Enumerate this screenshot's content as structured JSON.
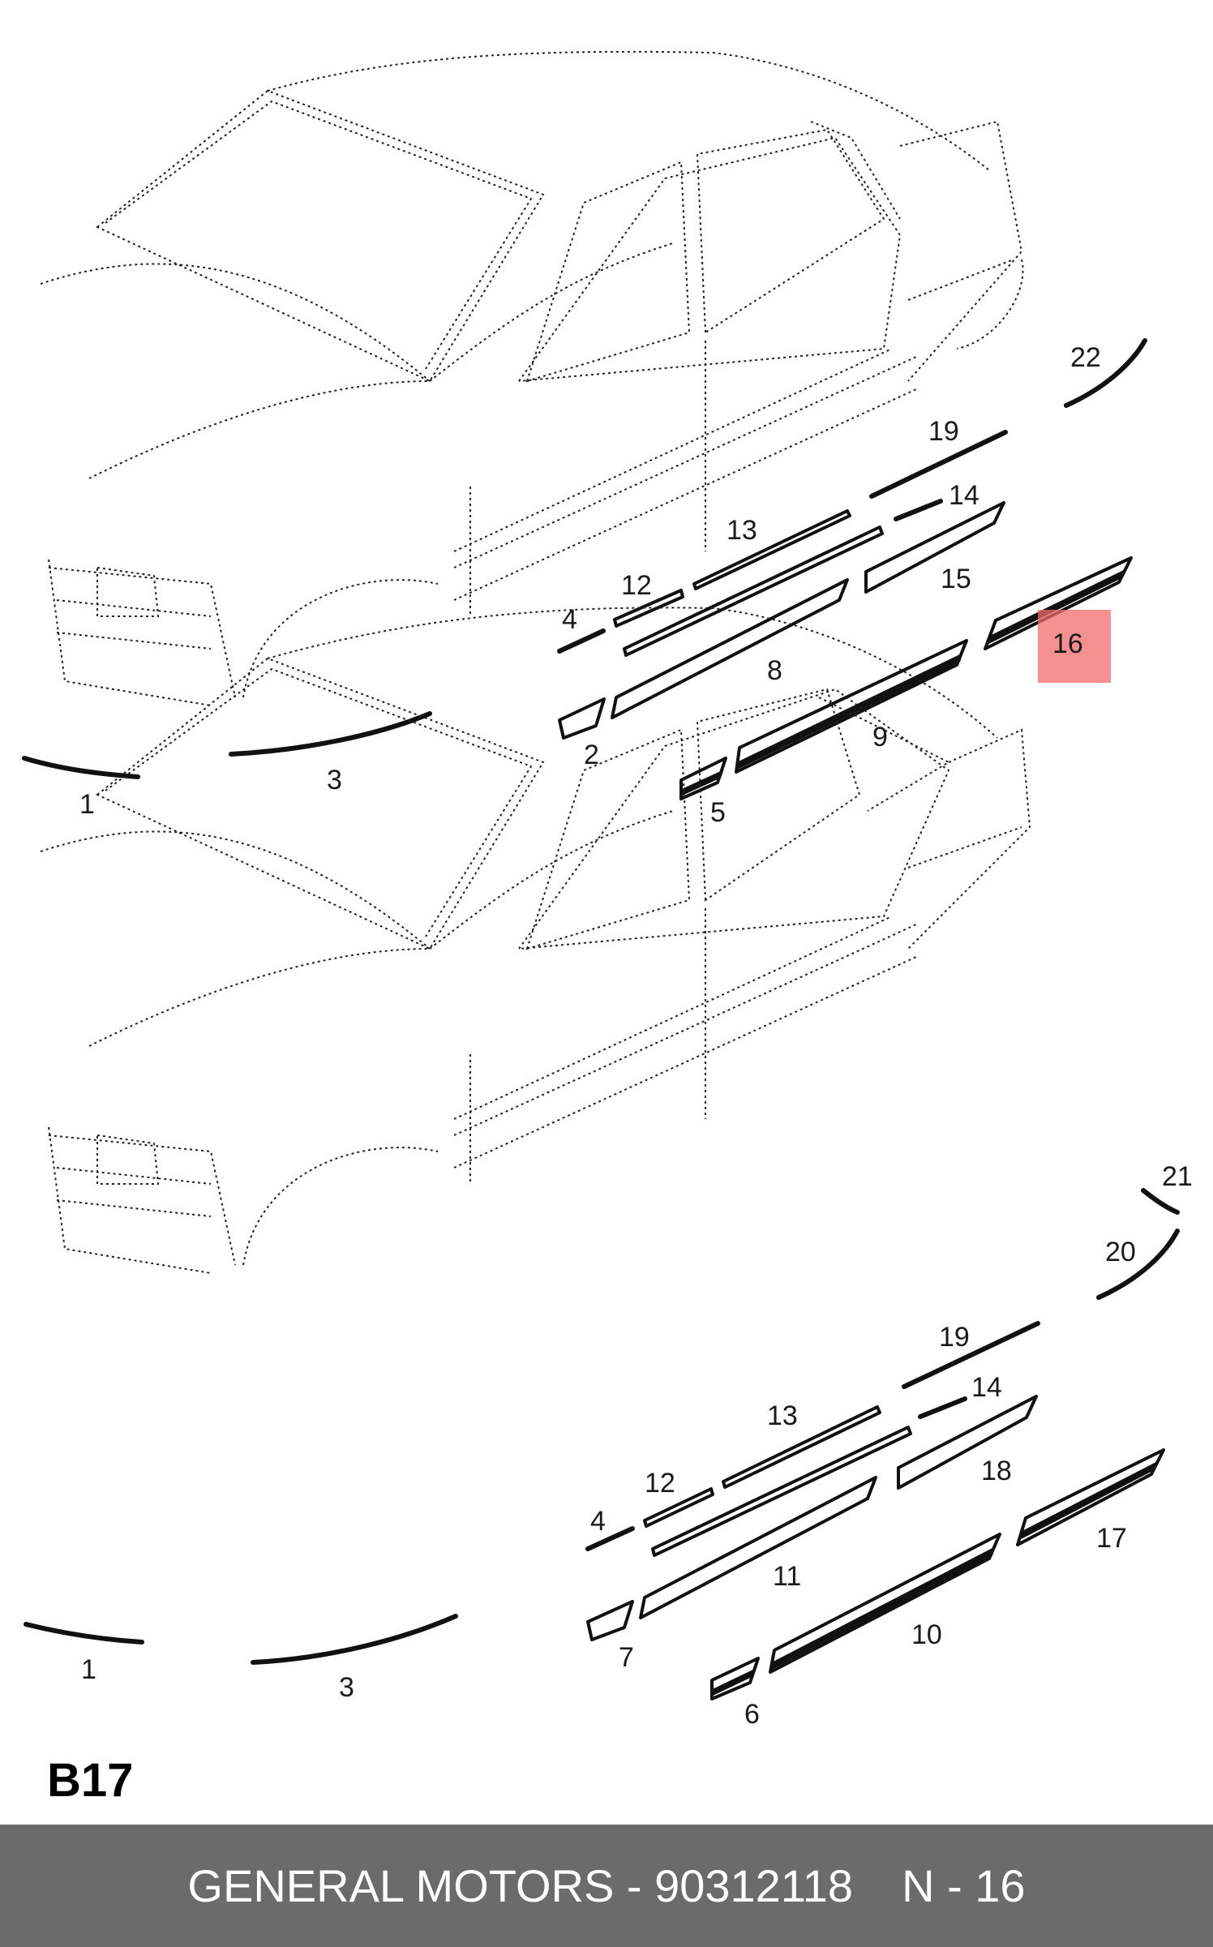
{
  "diagram_code": "B17",
  "footer": {
    "brand_part": "GENERAL MOTORS - 90312118",
    "ref": "N - 16"
  },
  "top_callouts": [
    "22",
    "19",
    "14",
    "13",
    "12",
    "15",
    "4",
    "16",
    "8",
    "2",
    "9",
    "5",
    "1",
    "3"
  ],
  "bottom_callouts": [
    "21",
    "20",
    "19",
    "14",
    "13",
    "18",
    "12",
    "4",
    "17",
    "11",
    "7",
    "10",
    "6",
    "1",
    "3"
  ],
  "highlighted_callout": "16",
  "colors": {
    "highlight": "#f26b6b",
    "footer_bg": "#6b6b6b",
    "footer_text": "#ffffff"
  }
}
